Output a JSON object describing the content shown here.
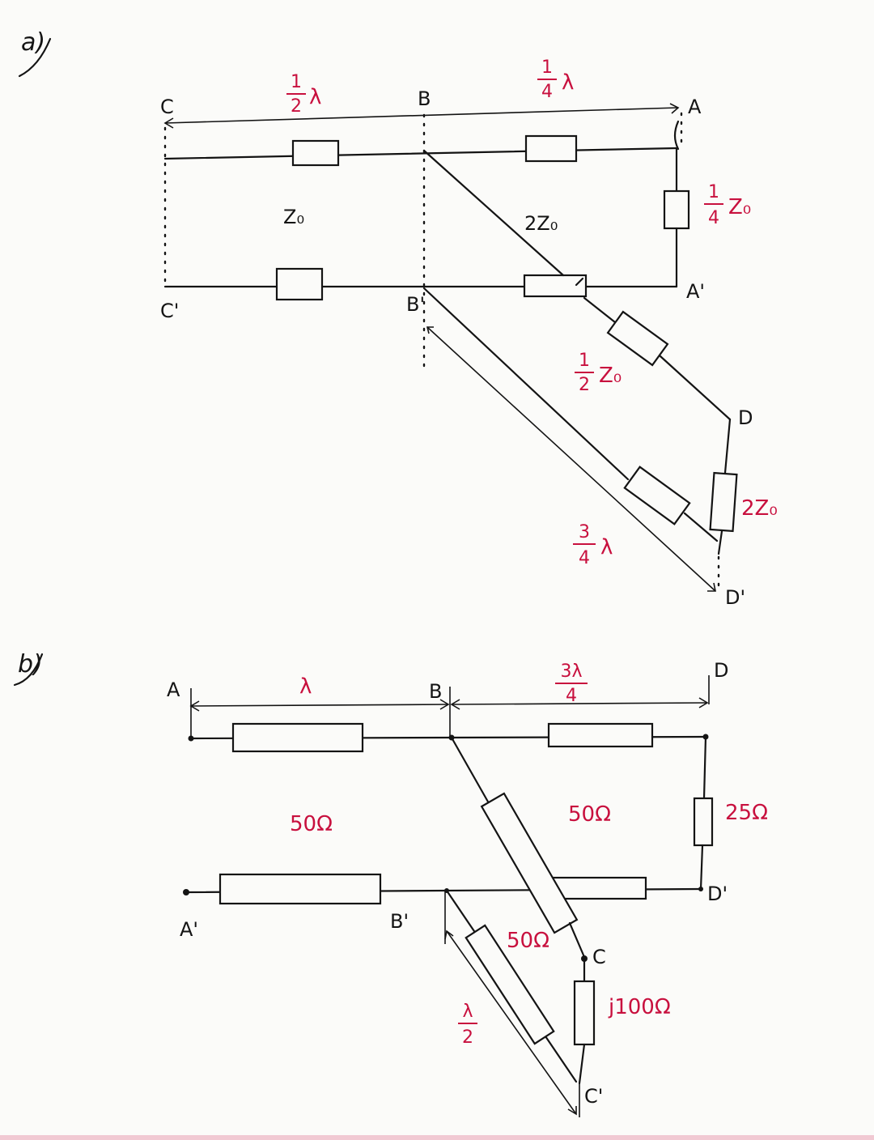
{
  "part_a": {
    "label": "a)",
    "nodes": {
      "C": "C",
      "B": "B",
      "A": "A",
      "C_prime": "C'",
      "B_prime": "B'",
      "A_prime": "A'",
      "D": "D",
      "D_prime": "D'"
    },
    "length_CB": {
      "num": "1",
      "den": "2",
      "unit": "λ"
    },
    "length_BA": {
      "num": "1",
      "den": "4",
      "unit": "λ"
    },
    "length_BD": {
      "num": "3",
      "den": "4",
      "unit": "λ"
    },
    "impedance_CB": "Z₀",
    "impedance_BA": "2Z₀",
    "load_AA": {
      "num": "1",
      "den": "4",
      "unit": "Z₀"
    },
    "impedance_BD": {
      "num": "1",
      "den": "2",
      "unit": "Z₀"
    },
    "load_DD": "2Z₀"
  },
  "part_b": {
    "label": "b)",
    "nodes": {
      "A": "A",
      "B": "B",
      "D": "D",
      "A_prime": "A'",
      "B_prime": "B'",
      "D_prime": "D'",
      "C": "C",
      "C_prime": "C'"
    },
    "length_AB": "λ",
    "length_BD": {
      "num": "3λ",
      "den": "4"
    },
    "length_BC": {
      "num": "λ",
      "den": "2"
    },
    "impedance_AB": "50Ω",
    "impedance_BD": "50Ω",
    "load_DD": "25Ω",
    "impedance_BC": "50Ω",
    "load_CC": "j100Ω"
  },
  "colors": {
    "ink": "#141414",
    "annotation": "#c8103e",
    "paper": "#fbfbf9"
  }
}
